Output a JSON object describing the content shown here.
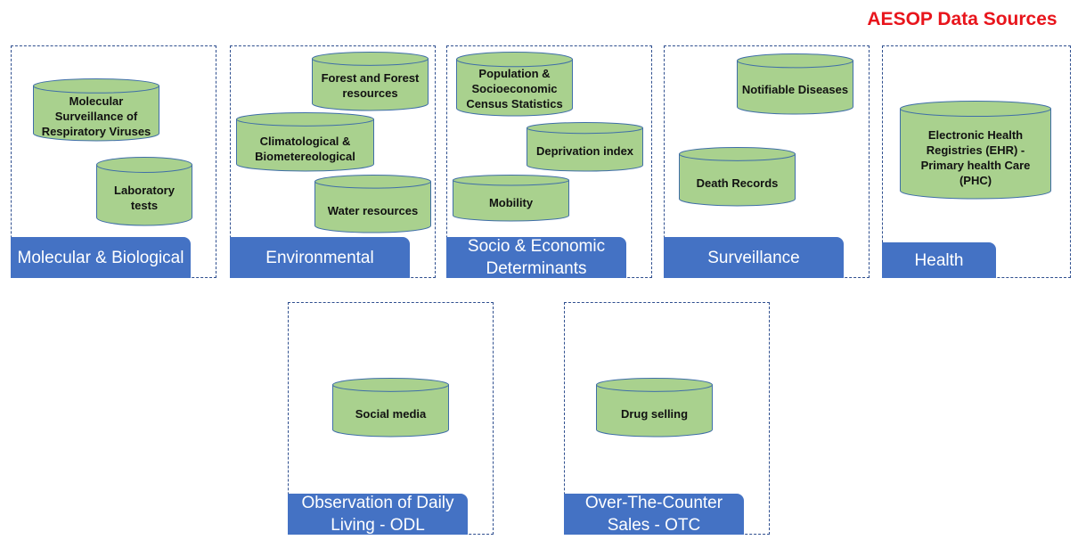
{
  "title": "AESOP Data Sources",
  "colors": {
    "title": "#e8151c",
    "tab": "#4472c4",
    "cylinder_fill": "#a9d18e",
    "cylinder_stroke": "#3f6ea8",
    "box_border": "#2f4f8f"
  },
  "groups": {
    "molecular": {
      "label": "Molecular & Biological",
      "sources": [
        "Molecular Surveillance of Respiratory Viruses",
        "Laboratory tests"
      ]
    },
    "environmental": {
      "label": "Environmental",
      "sources": [
        "Forest and Forest resources",
        "Climatological & Biometereological",
        "Water resources"
      ]
    },
    "socio": {
      "label": "Socio & Economic Determinants",
      "sources": [
        "Population & Socioeconomic Census Statistics",
        "Deprivation index",
        "Mobility"
      ]
    },
    "surveillance": {
      "label": "Surveillance",
      "sources": [
        "Notifiable Diseases",
        "Death Records"
      ]
    },
    "health": {
      "label": "Health",
      "sources": [
        "Electronic Health Registries (EHR) - Primary health Care (PHC)"
      ]
    },
    "odl": {
      "label": "Observation of Daily Living - ODL",
      "sources": [
        "Social media"
      ]
    },
    "otc": {
      "label": "Over-The-Counter Sales - OTC",
      "sources": [
        "Drug selling"
      ]
    }
  }
}
